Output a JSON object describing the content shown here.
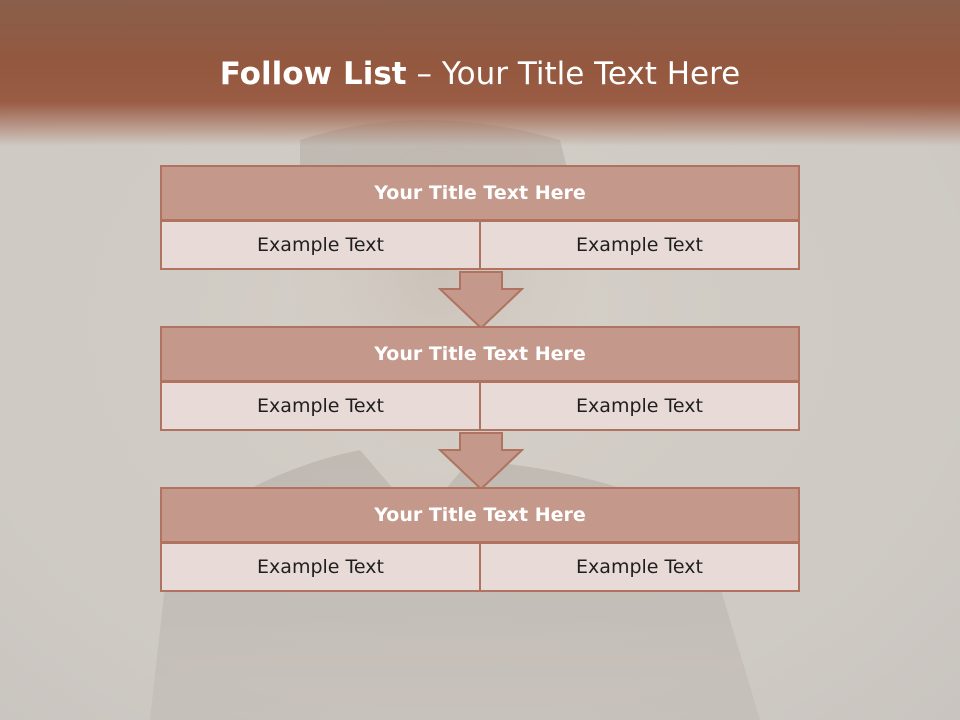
{
  "slide": {
    "title_bold": "Follow List",
    "title_rest": "– Your Title Text Here"
  },
  "steps": [
    {
      "title": "Your Title Text Here",
      "left": "Example Text",
      "right": "Example Text"
    },
    {
      "title": "Your Title Text Here",
      "left": "Example Text",
      "right": "Example Text"
    },
    {
      "title": "Your Title Text Here",
      "left": "Example Text",
      "right": "Example Text"
    }
  ],
  "colors": {
    "header": "#94583f",
    "box_head": "#c4988a",
    "box_cell": "#e8dad6",
    "border": "#b0735f",
    "arrow": "#c4988a"
  },
  "icons": [
    "down-arrow-icon",
    "down-arrow-icon"
  ]
}
